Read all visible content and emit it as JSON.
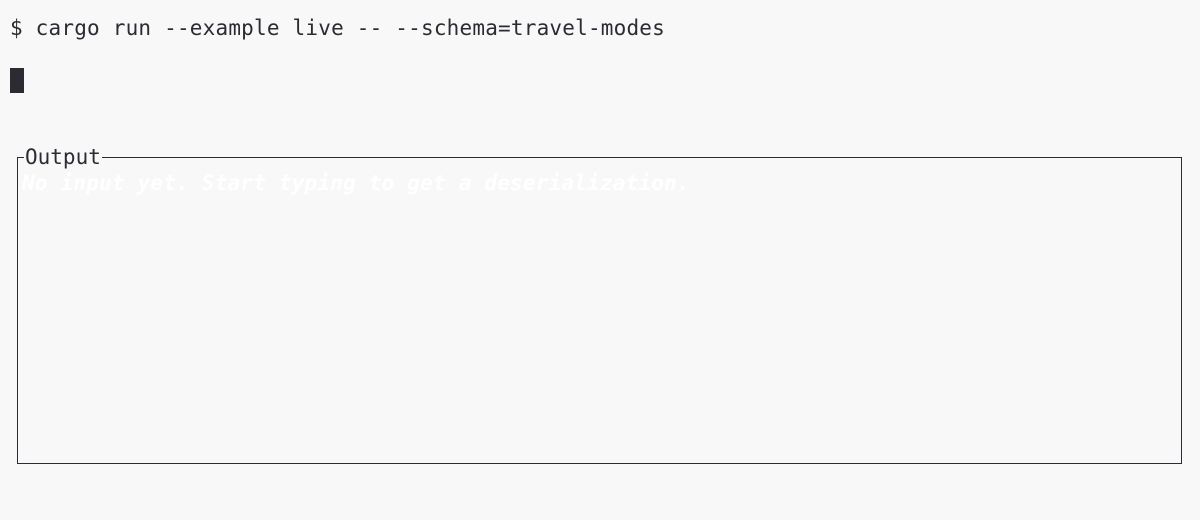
{
  "terminal": {
    "command": "$ cargo run --example live -- --schema=travel-modes"
  },
  "output": {
    "title": "Output",
    "placeholder": "No input yet. Start typing to get a deserialization."
  },
  "colors": {
    "background": "#f8f8f8",
    "foreground": "#2b2b33",
    "placeholder": "#ffffff"
  }
}
